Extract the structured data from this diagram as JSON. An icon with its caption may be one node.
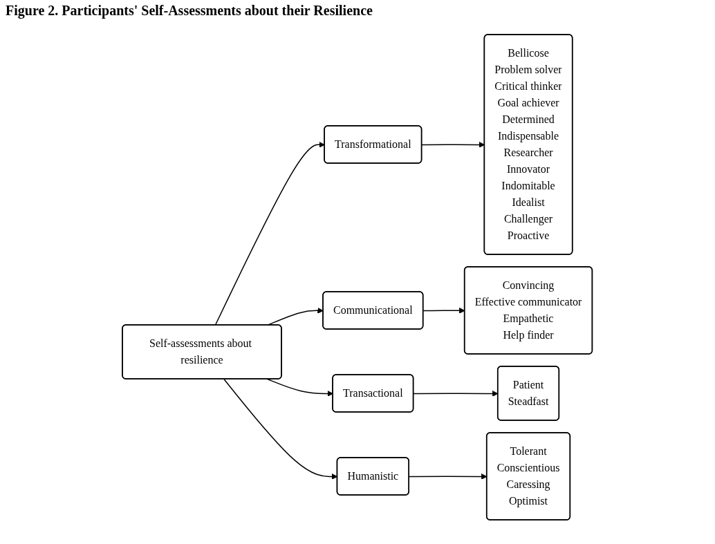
{
  "diagram": {
    "title": "Figure 2. Participants' Self-Assessments about their Resilience",
    "nodes": [
      {
        "text": [
          "Self-assessments about resilience"
        ]
      },
      {
        "text": [
          "Transformational"
        ]
      },
      {
        "text": [
          "Bellicose",
          "Problem solver",
          "Critical thinker",
          "Goal achiever",
          "Determined",
          "Indispensable",
          "Researcher",
          "Innovator",
          "Indomitable",
          "Idealist",
          "Challenger",
          "Proactive"
        ]
      },
      {
        "text": [
          "Communicational"
        ]
      },
      {
        "text": [
          "Convincing",
          "Effective communicator",
          "Empathetic",
          "Help finder"
        ]
      },
      {
        "text": [
          "Transactional"
        ]
      },
      {
        "text": [
          "Patient",
          "Steadfast"
        ]
      },
      {
        "text": [
          "Humanistic"
        ]
      },
      {
        "text": [
          "Tolerant",
          "Conscientious",
          "Caressing",
          "Optimist"
        ]
      }
    ],
    "edges": [
      {
        "from": 0,
        "to": 1,
        "arrow": "to"
      },
      {
        "from": 1,
        "to": 2,
        "arrow": "to"
      },
      {
        "from": 0,
        "to": 3,
        "arrow": "to"
      },
      {
        "from": 3,
        "to": 4,
        "arrow": "to"
      },
      {
        "from": 0,
        "to": 5,
        "arrow": "to"
      },
      {
        "from": 5,
        "to": 6,
        "arrow": "to"
      },
      {
        "from": 0,
        "to": 7,
        "arrow": "to"
      },
      {
        "from": 7,
        "to": 8,
        "arrow": "to"
      }
    ]
  }
}
